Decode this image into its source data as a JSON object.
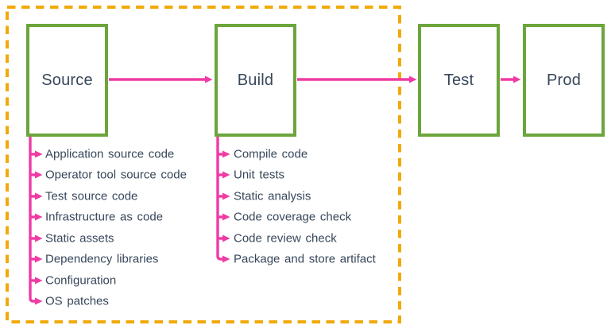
{
  "colors": {
    "stage_border_green": "#6CA53C",
    "arrow_pink": "#EF3BA4",
    "boundary_gold": "#F2A90A",
    "text_navy": "#37475A",
    "background": "#FFFFFF"
  },
  "stages": [
    {
      "label": "Source",
      "items": [
        "Application source code",
        "Operator tool source code",
        "Test source code",
        "Infrastructure as code",
        "Static assets",
        "Dependency libraries",
        "Configuration",
        "OS patches"
      ]
    },
    {
      "label": "Build",
      "items": [
        "Compile code",
        "Unit tests",
        "Static analysis",
        "Code coverage check",
        "Code review check",
        "Package and store artifact"
      ]
    },
    {
      "label": "Test",
      "items": []
    },
    {
      "label": "Prod",
      "items": []
    }
  ],
  "arrows": [
    "Source to Build",
    "Build to Test",
    "Test to Prod"
  ],
  "boundary": {
    "encloses": [
      "Source",
      "Build"
    ]
  }
}
